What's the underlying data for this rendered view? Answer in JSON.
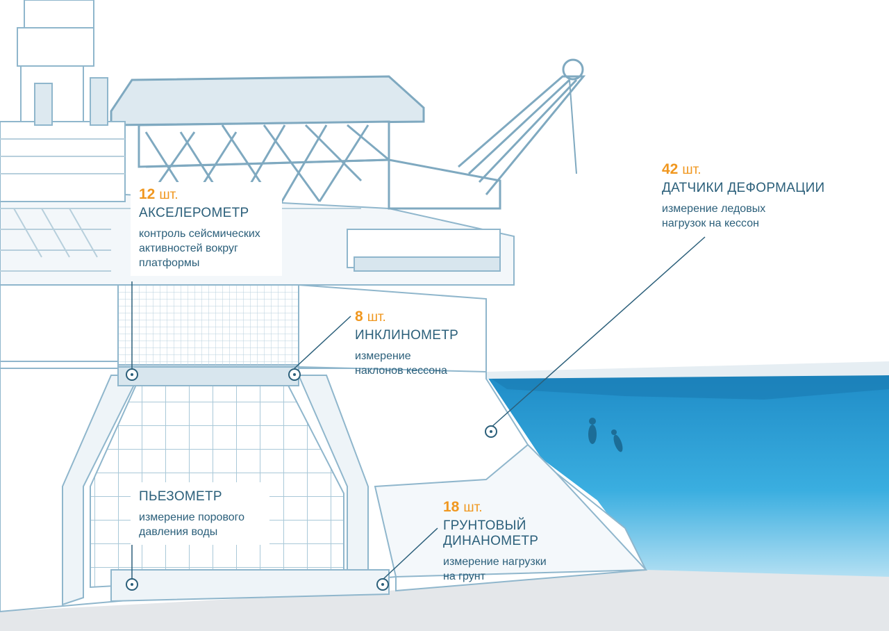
{
  "colors": {
    "accent": "#f0971f",
    "text": "#2b5f7a",
    "line": "#2b5f7a",
    "water": "#2c9fd6",
    "structure": "#9fc3d6"
  },
  "sensors": {
    "accelerometer": {
      "count": "12",
      "unit": "шт.",
      "title": "АКСЕЛЕРОМЕТР",
      "desc": "контроль сейсмических\nактивностей вокруг\nплатформы"
    },
    "inclinometer": {
      "count": "8",
      "unit": "шт.",
      "title": "ИНКЛИНОМЕТР",
      "desc": "измерение\nнаклонов кессона"
    },
    "deformation": {
      "count": "42",
      "unit": "шт.",
      "title": "ДАТЧИКИ ДЕФОРМАЦИИ",
      "desc": "измерение ледовых\nнагрузок на кессон"
    },
    "piezometer": {
      "title": "ПЬЕЗОМЕТР",
      "desc": "измерение порового\nдавления воды"
    },
    "dynamometer": {
      "count": "18",
      "unit": "шт.",
      "title": "ГРУНТОВЫЙ ДИНАНОМЕТР",
      "desc": "измерение нагрузки\nна грунт"
    }
  }
}
